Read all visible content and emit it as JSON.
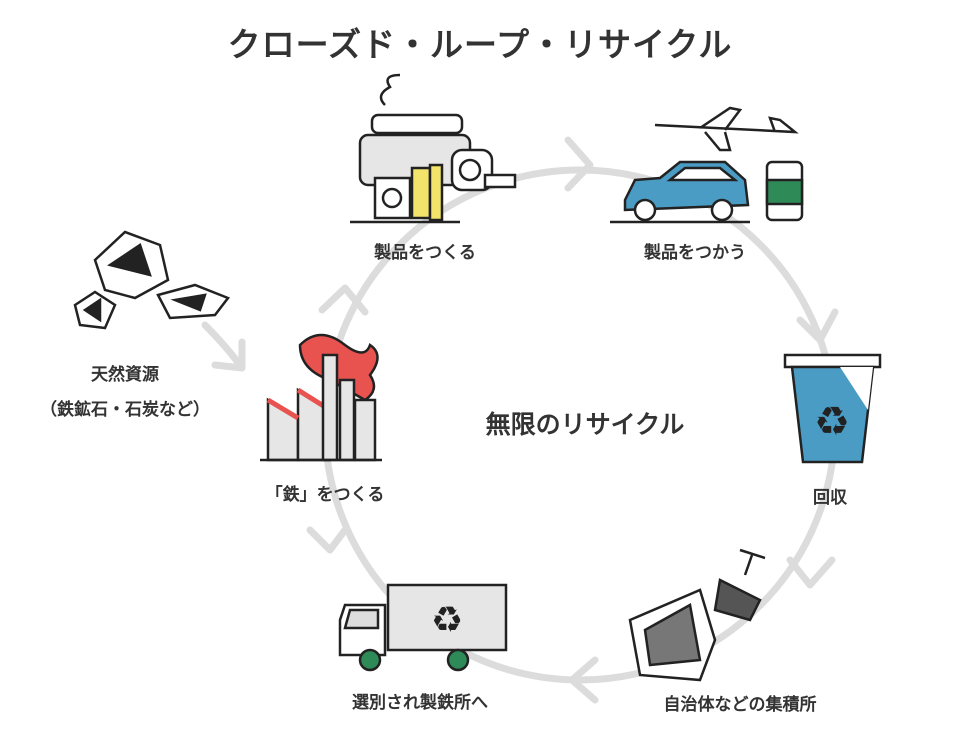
{
  "title": "クローズド・ループ・リサイクル",
  "center_label": "無限のリサイクル",
  "steps": [
    {
      "label": "製品をつくる",
      "icon": "factory-machine-icon"
    },
    {
      "label": "製品をつかう",
      "icon": "products-car-plane-can-icon"
    },
    {
      "label": "回収",
      "icon": "recycle-bin-icon"
    },
    {
      "label": "自治体などの集積所",
      "icon": "scrap-pile-icon"
    },
    {
      "label": "選別され製鉄所へ",
      "icon": "recycle-truck-icon"
    },
    {
      "label": "「鉄」をつくる",
      "icon": "steel-mill-icon"
    }
  ],
  "source": {
    "label": "天然資源",
    "sublabel": "（鉄鉱石・石炭など）",
    "icon": "ore-rocks-icon"
  },
  "colors": {
    "loop": "#dcdcdc",
    "accent_red": "#e8534f",
    "accent_blue": "#4a9cc4",
    "accent_yellow": "#f2e36b",
    "accent_green": "#2e8b57",
    "text": "#333333"
  }
}
